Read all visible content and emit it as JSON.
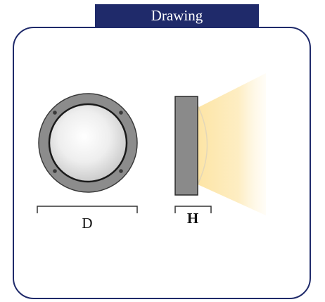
{
  "header": {
    "title": "Drawing"
  },
  "dimensions": {
    "diameter_label": "D",
    "height_label": "H"
  },
  "colors": {
    "accent": "#1f2a6a",
    "fixture_ring": "#8a8a8a",
    "fixture_body": "#7a7a7a",
    "light_beam": "#fde9a8"
  }
}
